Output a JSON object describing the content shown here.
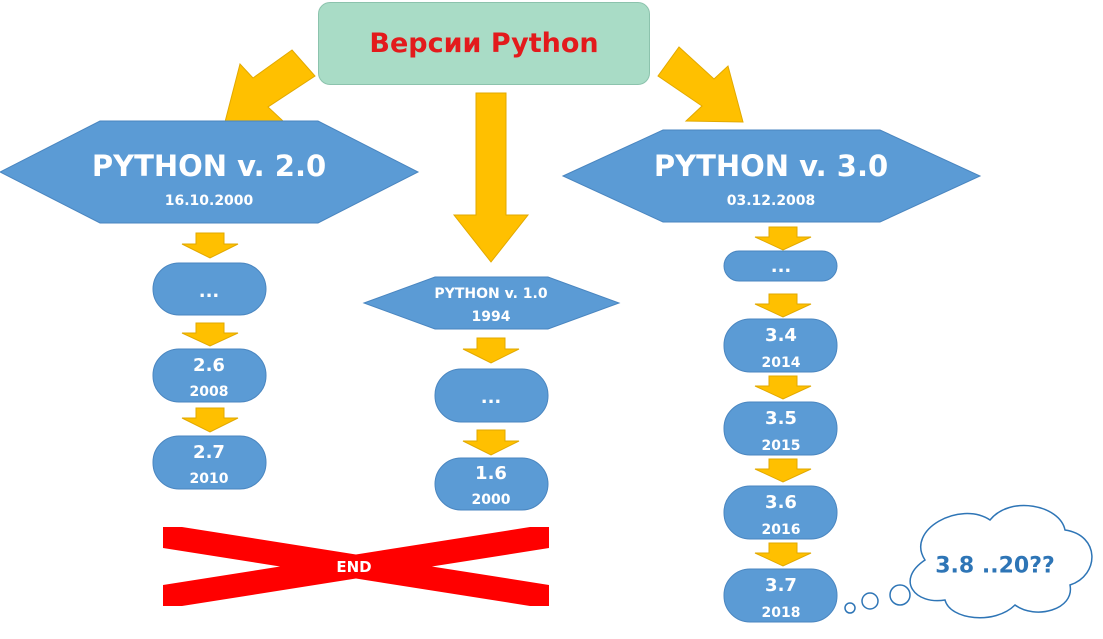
{
  "title": "Версии Python",
  "branches": {
    "v2": {
      "name": "PYTHON v. 2.0",
      "date": "16.10.2000",
      "versions": [
        {
          "label": "...",
          "year": ""
        },
        {
          "label": "2.6",
          "year": "2008"
        },
        {
          "label": "2.7",
          "year": "2010"
        }
      ],
      "end_label": "END"
    },
    "v1": {
      "name": "PYTHON v. 1.0",
      "date": "1994",
      "versions": [
        {
          "label": "...",
          "year": ""
        },
        {
          "label": "1.6",
          "year": "2000"
        }
      ]
    },
    "v3": {
      "name": "PYTHON v. 3.0",
      "date": "03.12.2008",
      "versions": [
        {
          "label": "...",
          "year": ""
        },
        {
          "label": "3.4",
          "year": "2014"
        },
        {
          "label": "3.5",
          "year": "2015"
        },
        {
          "label": "3.6",
          "year": "2016"
        },
        {
          "label": "3.7",
          "year": "2018"
        }
      ]
    }
  },
  "future_note": "3.8 ..20??",
  "colors": {
    "node_fill": "#5b9bd5",
    "node_stroke": "#4a86c0",
    "arrow_fill": "#ffc000",
    "arrow_stroke": "#e2a900",
    "title_fill": "#a9dcc6",
    "title_text": "#e31a1c",
    "end_cross": "#ff0000",
    "note_text": "#2e75b6"
  }
}
